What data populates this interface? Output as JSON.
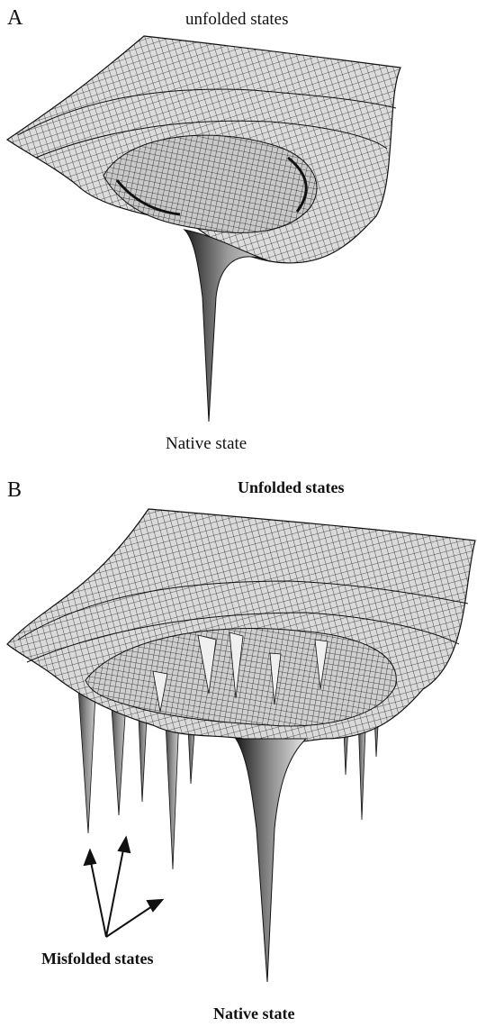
{
  "panel_a": {
    "letter": "A",
    "top_label": "unfolded states",
    "bottom_label": "Native state"
  },
  "panel_b": {
    "letter": "B",
    "top_label": "Unfolded states",
    "misfolded_label": "Misfolded states",
    "bottom_label": "Native state"
  },
  "colors": {
    "ink": "#111111",
    "mesh_fill": "#d9d9d9",
    "funnel_dark": "#2a2a2a",
    "funnel_light": "#bdbdbd"
  }
}
